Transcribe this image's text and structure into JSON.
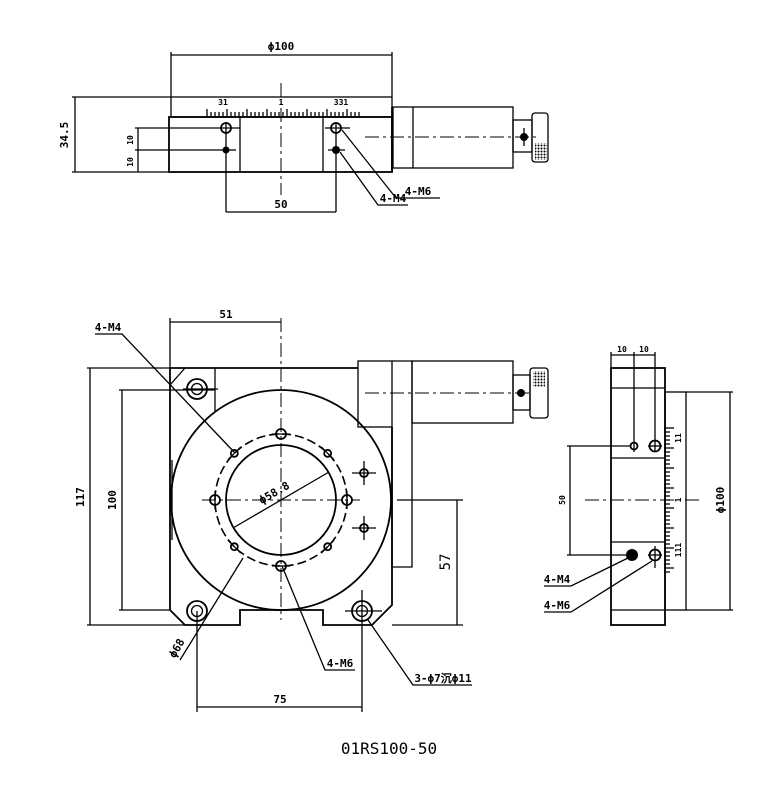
{
  "drawing": {
    "title": "01RS100-50",
    "top_view": {
      "dia_dim": "ϕ100",
      "height_dim": "34.5",
      "spacing_upper": "10",
      "spacing_lower": "10",
      "hole_pitch": "50",
      "scale_left": "31",
      "scale_center": "1",
      "scale_right": "331",
      "callout_m4": "4-M4",
      "callout_m6": "4-M6"
    },
    "plan_view": {
      "width_dim": "51",
      "outer_height_dim": "117",
      "inner_height_dim": "100",
      "bore_dia": "ϕ58.8",
      "bolt_circle_dia": "ϕ68",
      "offset_dim": "57",
      "mount_pitch": "75",
      "callout_m4": "4-M4",
      "callout_m6": "4-M6",
      "callout_mount": "3-ϕ7沉ϕ11"
    },
    "side_view": {
      "spacing_a": "10",
      "spacing_b": "10",
      "hole_pitch": "50",
      "dia_dim": "ϕ100",
      "scale_top": "11",
      "scale_mid": "1",
      "scale_bottom": "111",
      "callout_m4": "4-M4",
      "callout_m6": "4-M6"
    }
  }
}
